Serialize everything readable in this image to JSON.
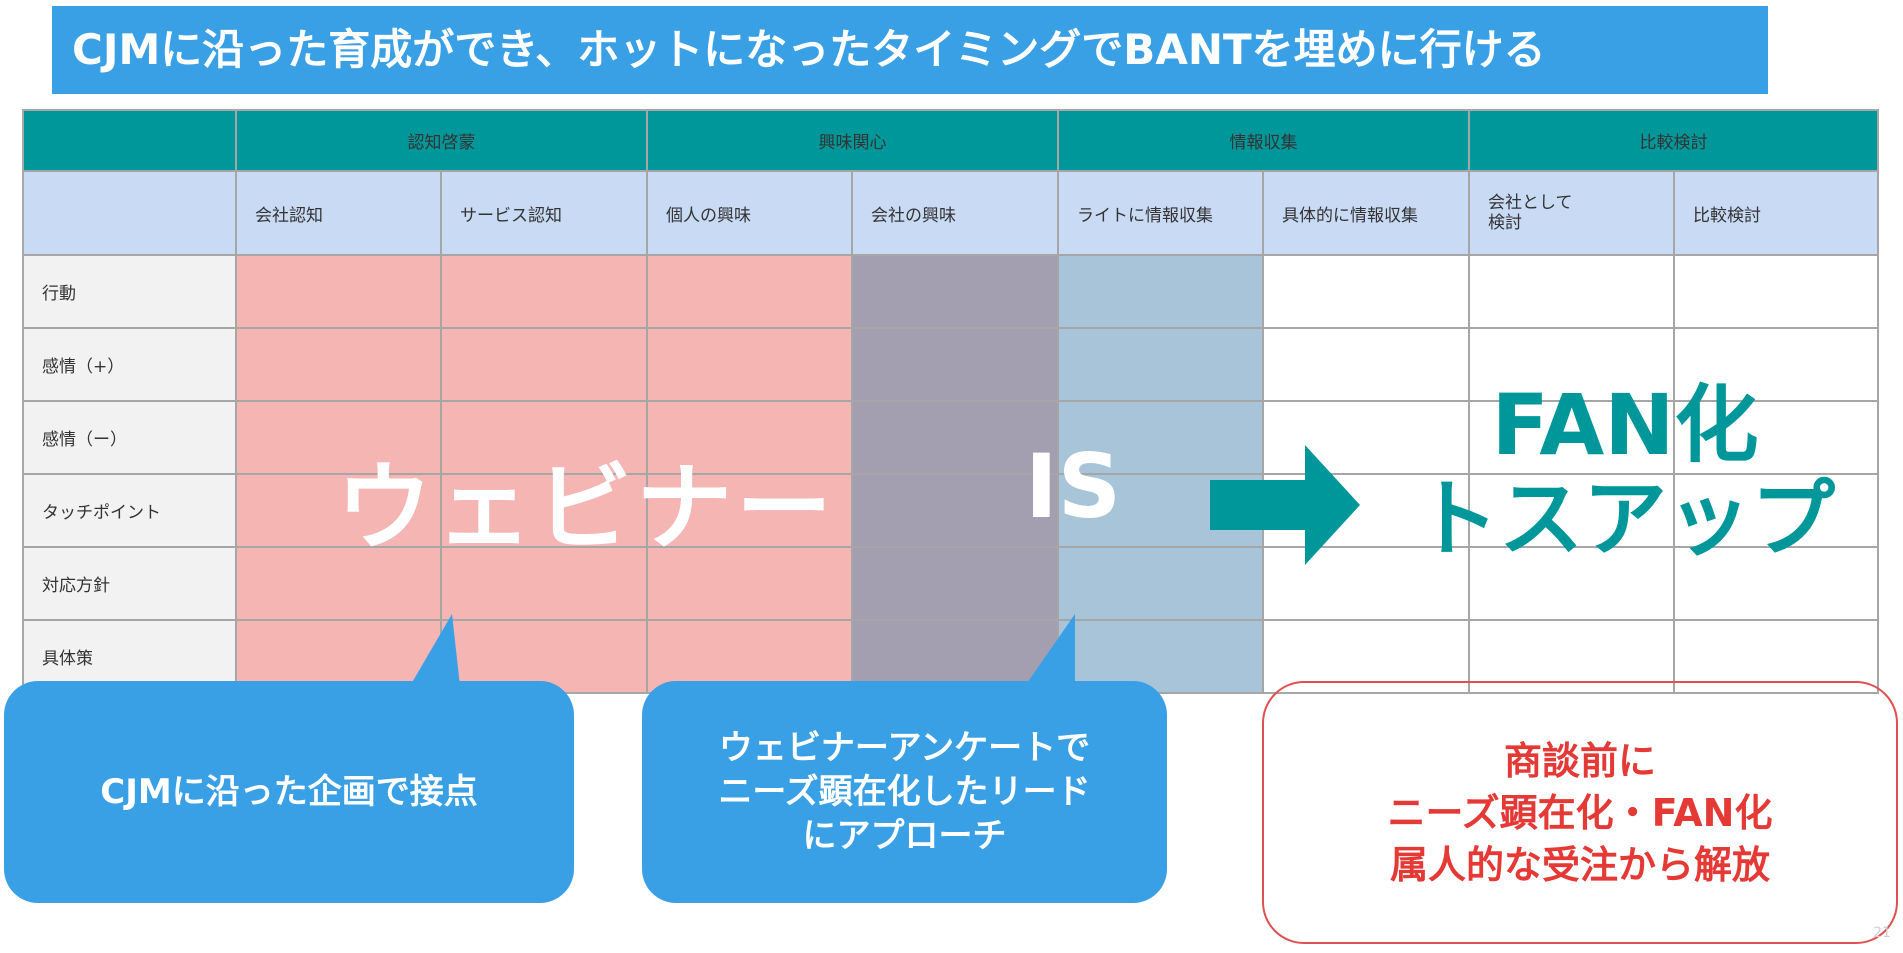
{
  "title": "CJMに沿った育成ができ、ホットになったタイミングでBANTを埋めに行ける",
  "table": {
    "stages": [
      "認知啓蒙",
      "興味関心",
      "情報収集",
      "比較検討"
    ],
    "sub_stages": [
      "会社認知",
      "サービス認知",
      "個人の興味",
      "会社の興味",
      "ライトに情報収集",
      "具体的に情報収集",
      "会社として\n検討",
      "比較検討"
    ],
    "row_labels": [
      "行動",
      "感情（+）",
      "感情（ー）",
      "タッチポイント",
      "対応方針",
      "具体策"
    ]
  },
  "overlay": {
    "webinar": "ウェビナー",
    "is": "IS",
    "fan_line1": "FAN化",
    "fan_line2": "トスアップ"
  },
  "callouts": {
    "bubble1": "CJMに沿った企画で接点",
    "bubble2_lines": [
      "ウェビナーアンケートで",
      "ニーズ顕在化したリード",
      "にアプローチ"
    ],
    "red_lines": [
      "商談前に",
      "ニーズ顕在化・FAN化",
      "属人的な受注から解放"
    ]
  },
  "page_number": "21",
  "colors": {
    "title_bg": "#3aa0e6",
    "teal": "#00979a",
    "pink": "#f5b5b3",
    "gray": "#a39fb0",
    "light_blue": "#a8c4d8",
    "red": "#e53935"
  }
}
